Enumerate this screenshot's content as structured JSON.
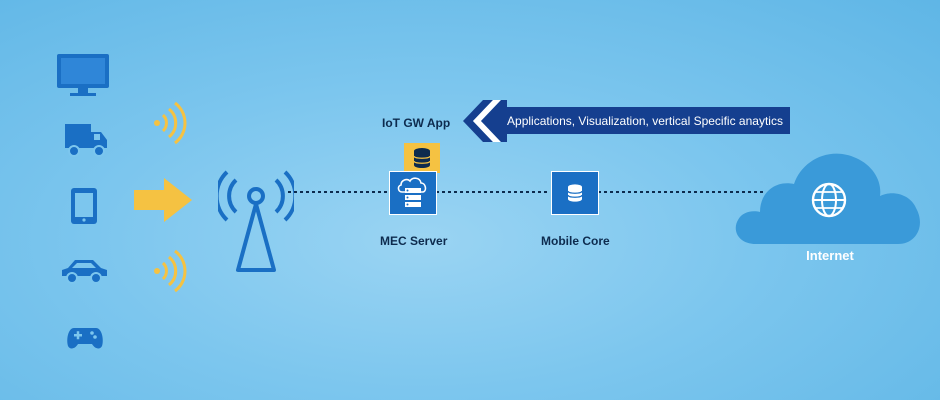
{
  "diagram": {
    "banner_text": "Applications, Visualization, vertical Specific anaytics",
    "iot_gw_label": "IoT GW App",
    "mec_server_label": "MEC Server",
    "mobile_core_label": "Mobile Core",
    "internet_label": "Internet",
    "devices": [
      "monitor-icon",
      "truck-icon",
      "tablet-icon",
      "car-icon",
      "gamepad-icon"
    ],
    "colors": {
      "device_blue": "#1a6fc4",
      "node_blue": "#1a6fc4",
      "banner_navy": "#153f8f",
      "arrow_yellow": "#f5c242",
      "cloud_blue": "#3a9ad9",
      "tower_blue": "#1a6fc4"
    }
  }
}
